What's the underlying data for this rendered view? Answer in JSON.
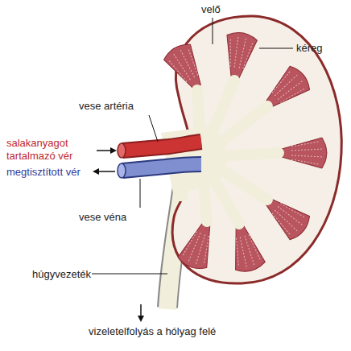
{
  "diagram": {
    "labels": [
      "velő",
      "kéreg",
      "vese artéria",
      "salakanyagot tartalmazó vér",
      "megtisztított vér",
      "vese véna",
      "húgyvezeték",
      "vizeletelfolyás a hólyag felé"
    ]
  }
}
